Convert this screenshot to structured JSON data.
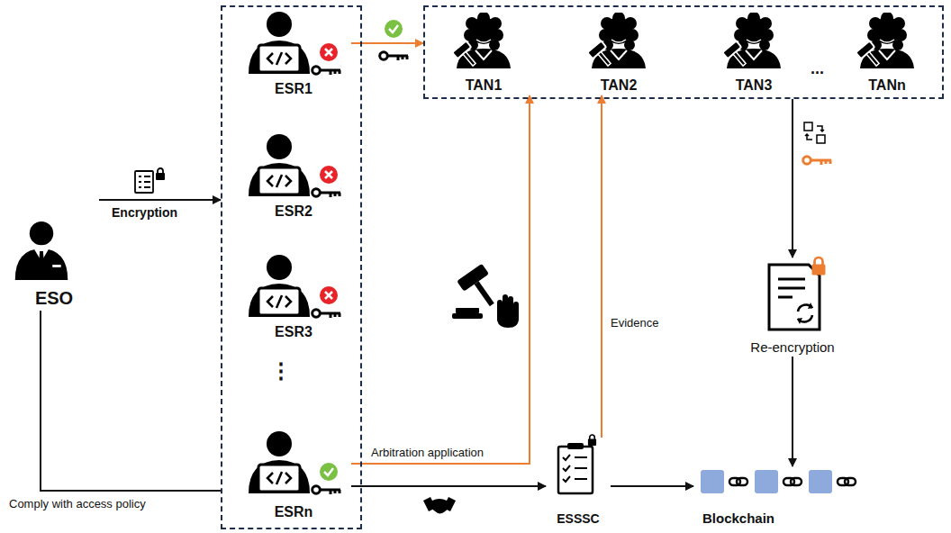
{
  "diagram": {
    "nodes": [
      {
        "text": [
          "ESO"
        ]
      },
      {
        "text": []
      },
      {
        "text": [
          "ESR1"
        ],
        "in": 1
      },
      {
        "text": [
          "ESR2"
        ],
        "in": 1
      },
      {
        "text": [
          "ESR3"
        ],
        "in": 1
      },
      {
        "text": [
          "ESRn"
        ],
        "in": 1
      },
      {
        "text": []
      },
      {
        "text": [
          "TAN1"
        ],
        "in": 6
      },
      {
        "text": [
          "TAN2"
        ],
        "in": 6
      },
      {
        "text": [
          "TAN3"
        ],
        "in": 6
      },
      {
        "text": [
          "TANn"
        ],
        "in": 6
      },
      {
        "text": [
          "Re-encryption"
        ]
      },
      {
        "text": [
          "ESSSC"
        ]
      },
      {
        "text": [
          "Blockchain"
        ]
      }
    ],
    "edges": [
      {
        "from": 0,
        "to": 1,
        "label": "Encryption",
        "arrow": "to"
      },
      {
        "from": 0,
        "to": 1,
        "label": "Comply with access policy",
        "arrow": "none"
      },
      {
        "from": 2,
        "to": 6,
        "arrow": "to"
      },
      {
        "from": 5,
        "to": 7,
        "label": "Arbitration application",
        "arrow": "to"
      },
      {
        "from": 5,
        "to": 12,
        "arrow": "to"
      },
      {
        "from": 12,
        "to": 8,
        "label": "Evidence",
        "arrow": "to"
      },
      {
        "from": 6,
        "to": 11,
        "arrow": "to"
      },
      {
        "from": 11,
        "to": 13,
        "arrow": "to"
      },
      {
        "from": 12,
        "to": 13,
        "arrow": "to"
      }
    ],
    "labels": [
      "⋮",
      "..."
    ]
  }
}
